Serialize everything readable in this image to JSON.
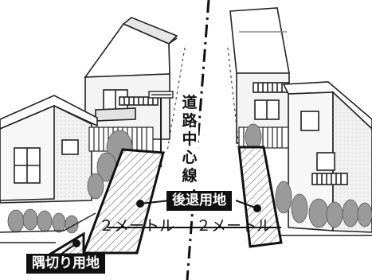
{
  "road_center_label": [
    "道",
    "路",
    "中",
    "心",
    "線"
  ],
  "setback_label": "後退用地",
  "corner_cut_label": "隅切り用地",
  "dimension_left": "２メートル",
  "dimension_right": "２メートル",
  "colors": {
    "ink": "#111111",
    "house_shade": "#ececec",
    "tree": "#9a9a9a",
    "hatch": "#cfcfcf"
  }
}
